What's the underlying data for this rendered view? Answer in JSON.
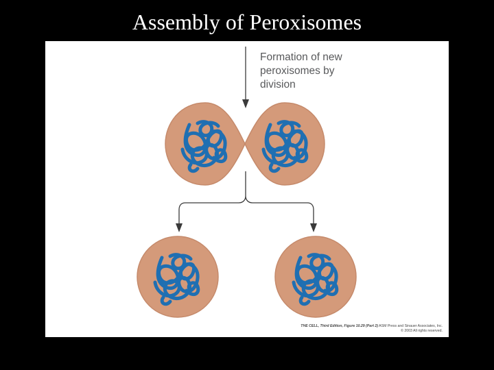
{
  "slide": {
    "title": "Assembly of Peroxisomes"
  },
  "figure": {
    "caption": "Formation of new\nperoxisomes by\ndivision",
    "credit": {
      "source": "THE CELL, Third Edition, Figure 10.29 (Part 2)",
      "publisher": "ASM Press and Sinauer Associates, Inc.",
      "rights": "© 2003 All rights reserved."
    }
  },
  "colors": {
    "background": "#000000",
    "title_text": "#ffffff",
    "panel": "#ffffff",
    "peroxisome_fill": "#d49a7a",
    "peroxisome_stroke": "#c58a6b",
    "protein_strand": "#1f6fb2",
    "arrow": "#3a3a3a"
  }
}
